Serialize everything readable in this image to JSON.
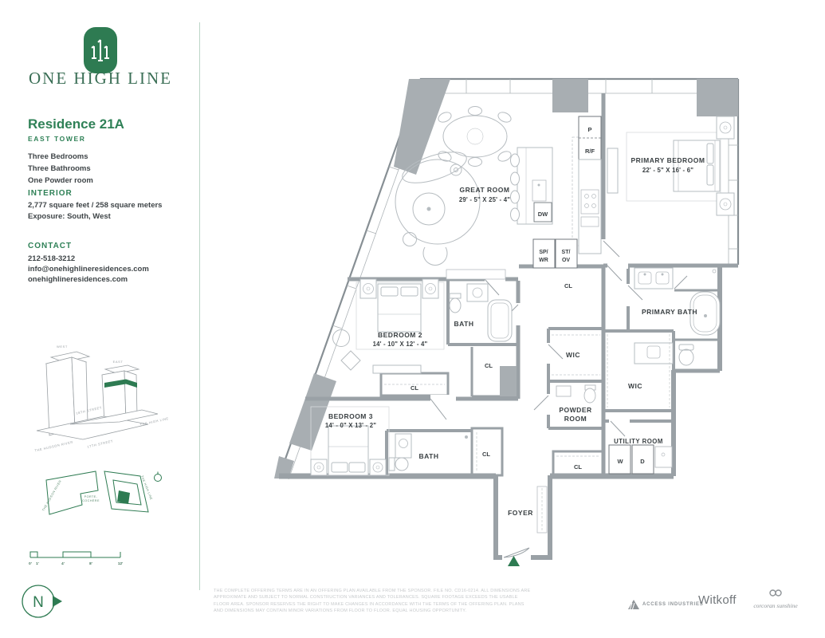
{
  "brand": {
    "name": "ONE HIGH LINE",
    "green": "#2e7b52"
  },
  "sidebar": {
    "residence_title": "Residence 21A",
    "tower": "EAST TOWER",
    "features": {
      "f1": "Three Bedrooms",
      "f2": "Three Bathrooms",
      "f3": "One Powder room"
    },
    "interior_heading": "INTERIOR",
    "interior_area": "2,777 square feet / 258 square meters",
    "interior_exposure": "Exposure: South, West",
    "contact_heading": "CONTACT",
    "contact_phone": "212-518-3212",
    "contact_email": "info@onehighlineresidences.com",
    "contact_web": "onehighlineresidences.com",
    "towers_diagram": {
      "west": "WEST",
      "east": "EAST",
      "street_18": "18TH STREET",
      "street_17": "17TH STREET",
      "high_line": "THE HIGH LINE",
      "hudson": "THE HUDSON RIVER"
    },
    "site_map": {
      "hudson": "THE HUDSON RIVER",
      "porte_1": "PORTE-",
      "porte_2": "COCHÈRE",
      "high_line": "THE HIGH LINE"
    },
    "scale_bar": {
      "t0": "0'",
      "t1": "1'",
      "t2": "4'",
      "t3": "8'",
      "t4": "12'"
    },
    "compass_n": "N"
  },
  "floorplan": {
    "rooms": {
      "great_room": {
        "name": "GREAT ROOM",
        "dims": "29' - 5\" X 25' - 4\""
      },
      "primary_bedroom": {
        "name": "PRIMARY BEDROOM",
        "dims": "22' - 5\" X 16' - 6\""
      },
      "primary_bath": "PRIMARY BATH",
      "bedroom_2": {
        "name": "BEDROOM 2",
        "dims": "14' - 10\" X 12' - 4\""
      },
      "bedroom_3": {
        "name": "BEDROOM 3",
        "dims": "14' - 0\" X 13' - 2\""
      },
      "bath": "BATH",
      "wic": "WIC",
      "powder_1": "POWDER",
      "powder_2": "ROOM",
      "utility": "UTILITY ROOM",
      "foyer": "FOYER",
      "cl": "CL"
    },
    "appliances": {
      "pantry": "P",
      "fridge": "R/F",
      "dishwasher": "DW",
      "sp_1": "SP/",
      "sp_2": "WR",
      "st_1": "ST/",
      "st_2": "OV",
      "washer": "W",
      "dryer": "D"
    }
  },
  "footer": {
    "disclaimer": "THE COMPLETE OFFERING TERMS ARE IN AN OFFERING PLAN AVAILABLE FROM THE SPONSOR. FILE NO. CD16-0214. ALL DIMENSIONS ARE APPROXIMATE AND SUBJECT TO NORMAL CONSTRUCTION VARIANCES AND TOLERANCES. SQUARE FOOTAGE EXCEEDS THE USABLE FLOOR AREA. SPONSOR RESERVES THE RIGHT TO MAKE CHANGES IN ACCORDANCE WITH THE TERMS OF THE OFFERING PLAN. PLANS AND DIMENSIONS MAY CONTAIN MINOR VARIATIONS FROM FLOOR TO FLOOR. EQUAL HOUSING OPPORTUNITY.",
    "partner_access": "Access Industries",
    "partner_witkoff": "Witkoff",
    "partner_corcoran": "corcoran sunshine"
  }
}
